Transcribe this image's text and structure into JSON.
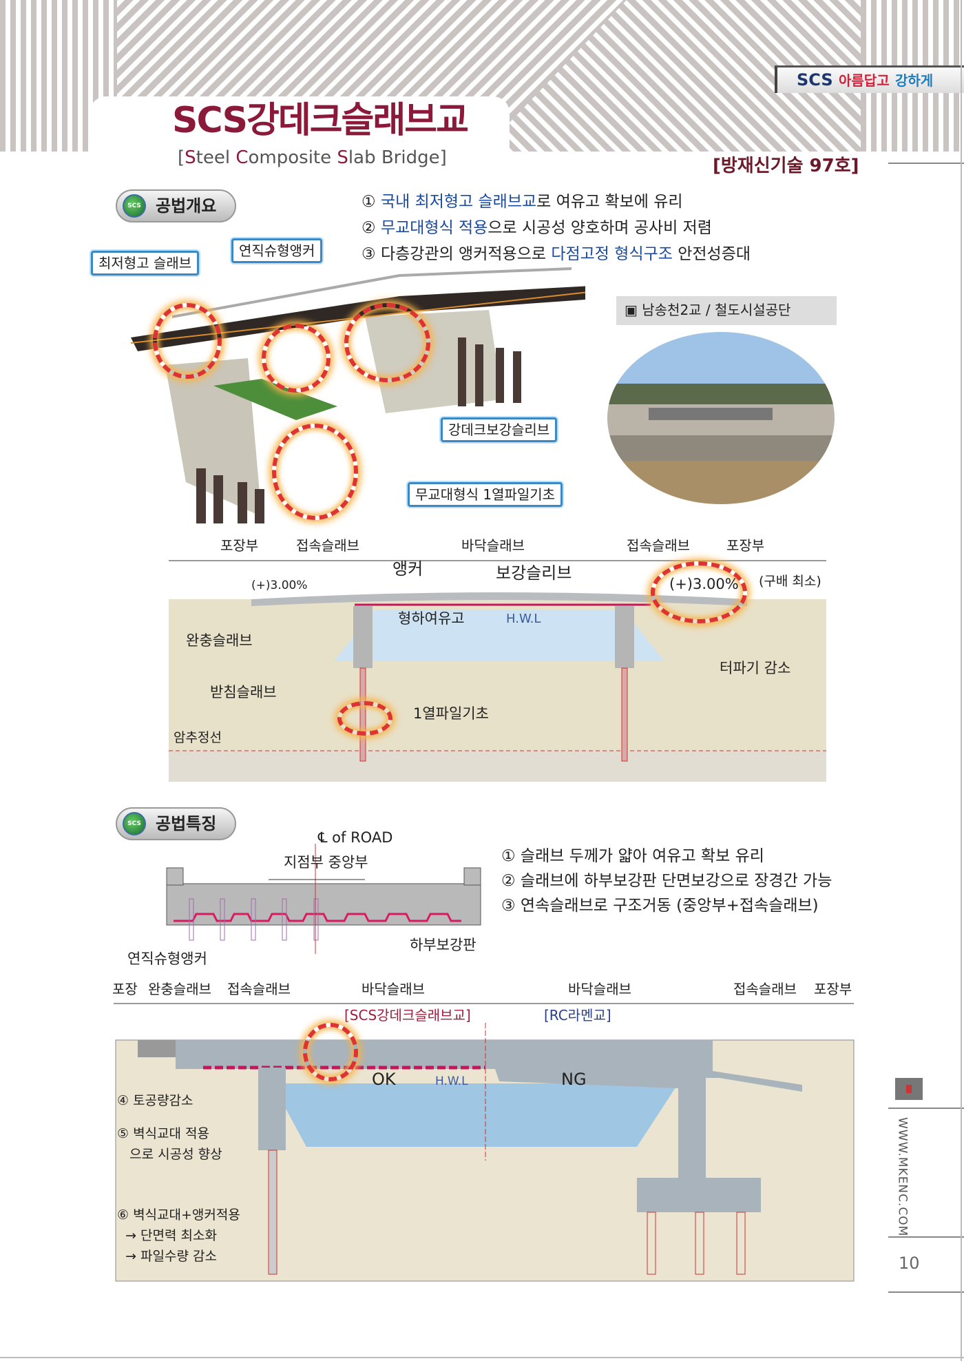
{
  "header": {
    "slogan_scs": "SCS",
    "slogan_red": "아름답고",
    "slogan_blue": "강하게",
    "title": "SCS강데크슬래브교",
    "subtitle_parts": [
      "[",
      "S",
      "teel ",
      "C",
      "omposite ",
      "S",
      "lab Bridge]"
    ],
    "cert": "[방재신기술 97호]"
  },
  "overview": {
    "section_label": "공법개요",
    "logo_text": "SCS",
    "bullets": [
      {
        "num": "①",
        "hl": "국내 최저형고 슬래브교",
        "rest": "로 여유고 확보에 유리",
        "pre": ""
      },
      {
        "num": "②",
        "hl": "무교대형식 적용",
        "rest": "으로 시공성 양호하며 공사비 저렴",
        "pre": ""
      },
      {
        "num": "③",
        "pre": "다층강관의 앵커적용으로 ",
        "hl": "다점고정 형식구조",
        "rest": " 안전성증대"
      }
    ],
    "callouts": [
      "최저형고 슬래브",
      "연직슈형앵커",
      "강데크보강슬리브",
      "무교대형식 1열파일기초"
    ],
    "photo_caption": "▣ 남송천2교 / 철도시설공단"
  },
  "section1": {
    "dims": [
      "포장부",
      "접속슬래브",
      "바닥슬래브",
      "접속슬래브",
      "포장부"
    ],
    "labels": {
      "slope_left": "(+)3.00%",
      "anchor": "앵커",
      "sleeve": "보강슬리브",
      "slope_right": "(+)3.00%",
      "slope_note": "(구배 최소)",
      "clearance": "형하여유고",
      "hwl": "H.W.L",
      "buffer": "완충슬래브",
      "excavation": "터파기 감소",
      "bearing": "받침슬래브",
      "pile": "1열파일기초",
      "rock": "암추정선"
    }
  },
  "features": {
    "section_label": "공법특징",
    "logo_text": "SCS",
    "cl": "℄ of ROAD",
    "support_center": "지점부  중앙부",
    "anchor": "연직슈형앵커",
    "plate": "하부보강판",
    "bullets": [
      "① 슬래브 두께가 얇아 여유고 확보 유리",
      "② 슬래브에 하부보강판 단면보강으로 장경간 가능",
      "③ 연속슬래브로 구조거동 (중앙부+접속슬래브)"
    ]
  },
  "section2": {
    "dims": [
      "포장",
      "완충슬래브",
      "접속슬래브",
      "바닥슬래브",
      "바닥슬래브",
      "접속슬래브",
      "포장부"
    ],
    "scs_label": "[SCS강데크슬래브교]",
    "rc_label": "[RC라멘교]",
    "ok": "OK",
    "ng": "NG",
    "hwl": "H.W.L",
    "notes": [
      "④ 토공량감소",
      "⑤ 벽식교대 적용",
      "   으로 시공성 향상",
      "⑥ 벽식교대+앵커적용",
      "  → 단면력 최소화",
      "  → 파일수량 감소"
    ]
  },
  "side": {
    "url": "WWW.MKENC.COM",
    "page": "10"
  },
  "colors": {
    "maroon": "#8b1a3a",
    "blue": "#1a4aa0",
    "accent_ring": "#d33"
  }
}
